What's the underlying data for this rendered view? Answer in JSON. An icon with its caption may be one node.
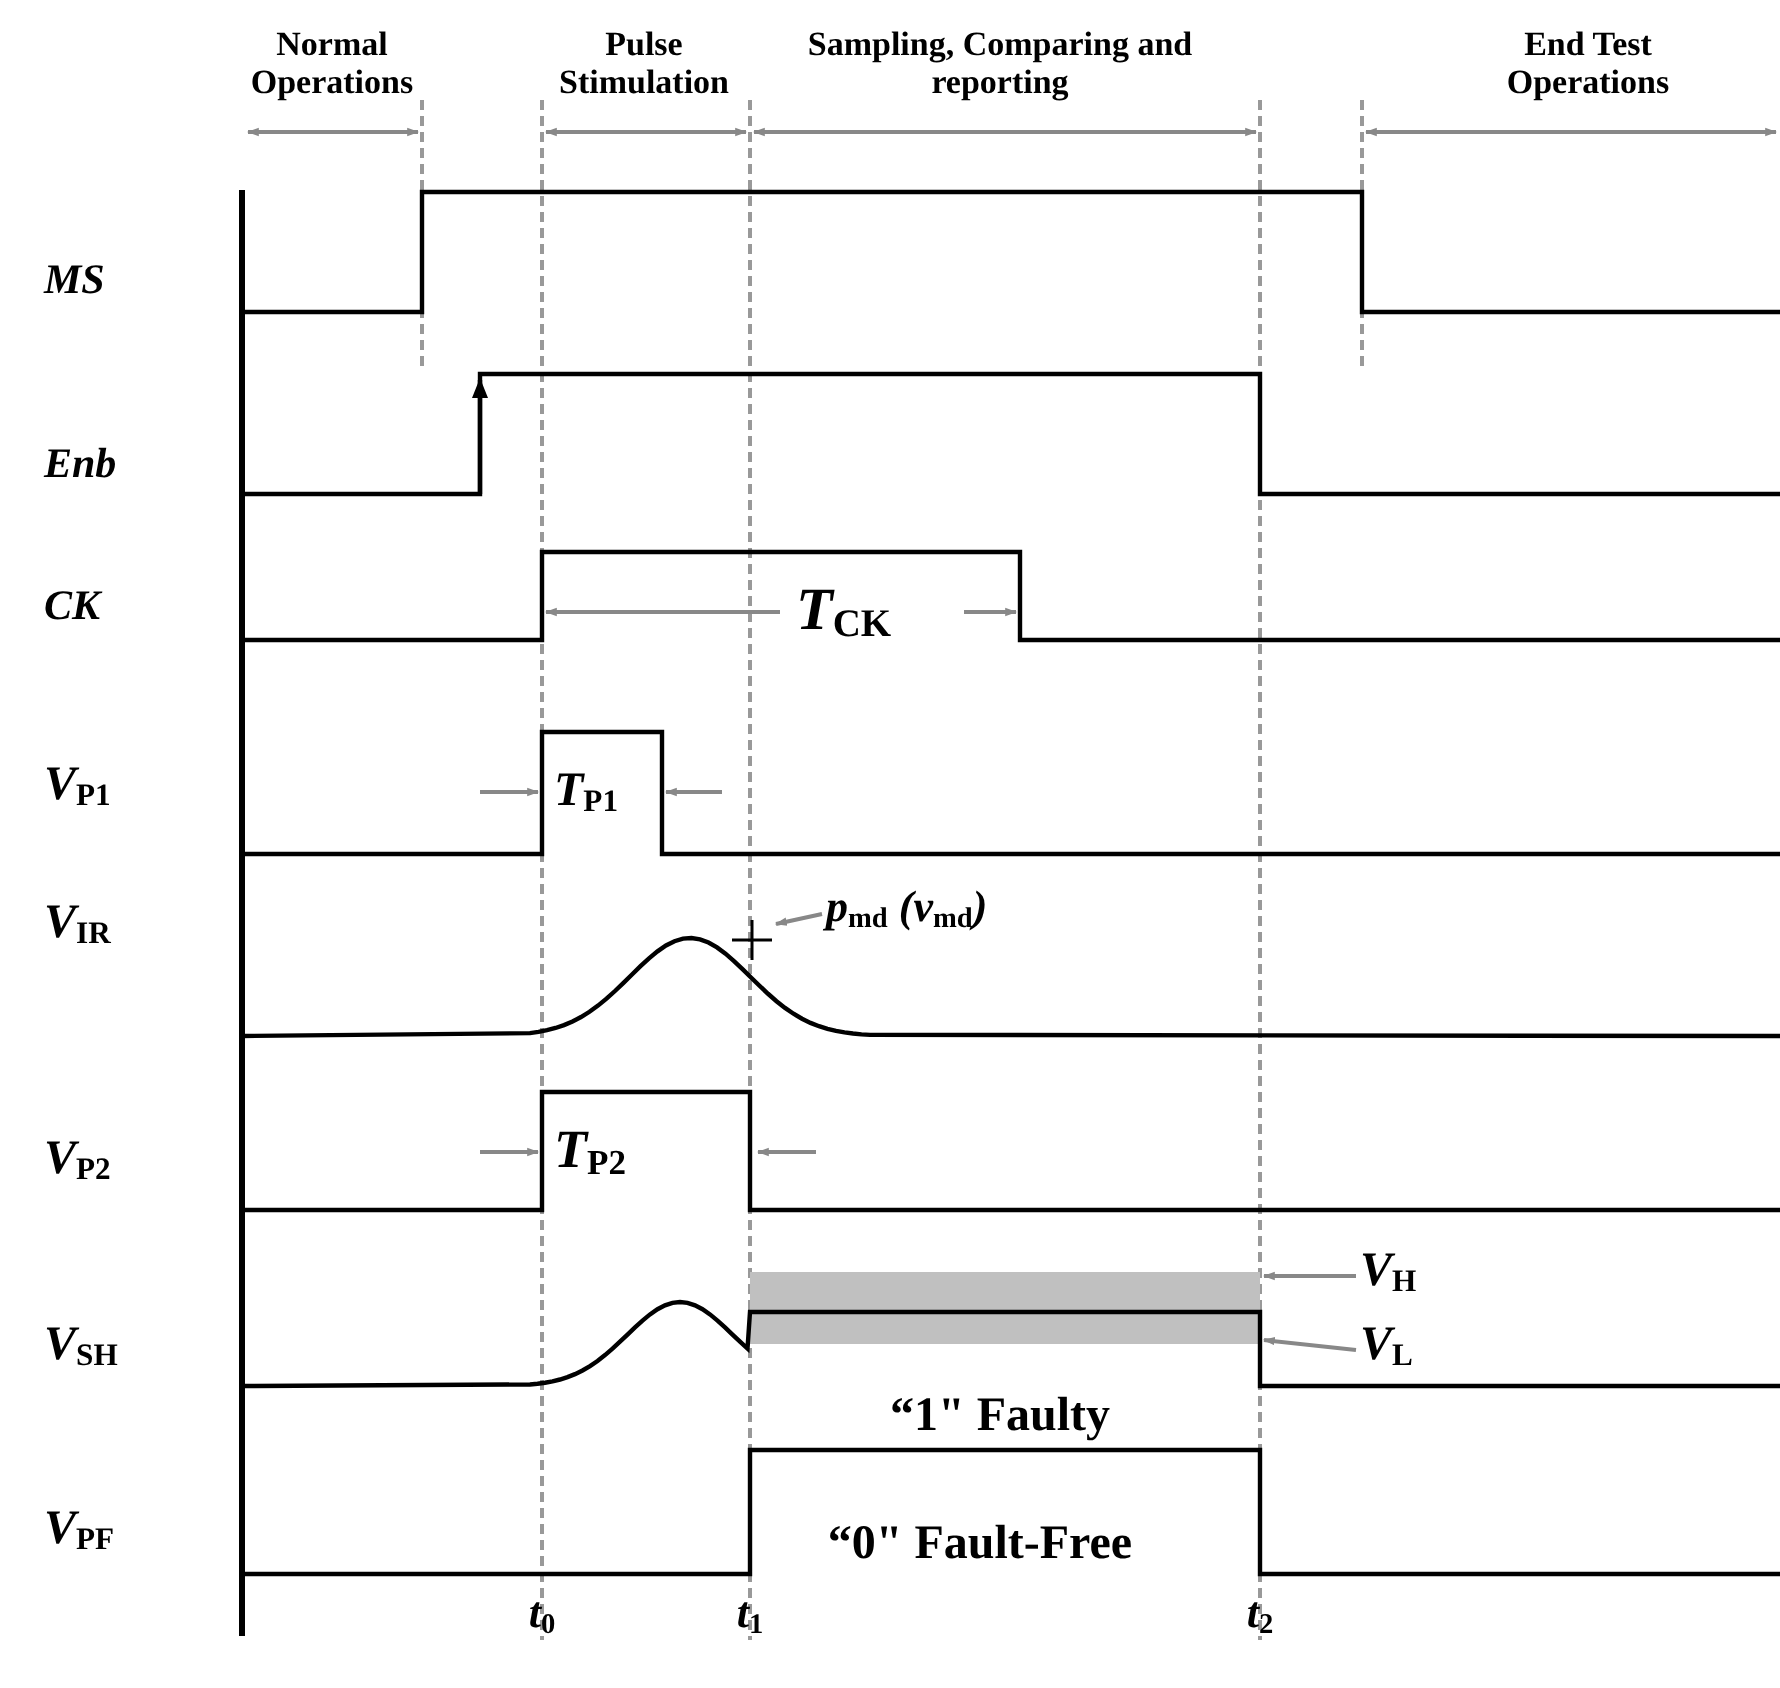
{
  "diagram": {
    "nodes": [
      {
        "text": [
          "p$_{md}$ (v$_{md}$)"
        ]
      },
      {
        "text": [
          "V$_{H}$"
        ]
      },
      {
        "text": [
          "V$_{L}$"
        ]
      },
      {
        "text": [],
        "shape": "cross"
      },
      {
        "text": [],
        "shape": "bar"
      }
    ],
    "edges": [
      {
        "from": 0,
        "to": 3,
        "arrow": "to"
      },
      {
        "from": 1,
        "to": 4,
        "arrow": "to"
      },
      {
        "from": 2,
        "to": 4,
        "arrow": "to"
      }
    ],
    "labels": [
      "Normal Operations",
      "Pulse Stimulation",
      "Sampling, Comparing and reporting",
      "End Test Operations",
      "MS",
      "Enb",
      "CK",
      "T$_{CK}$",
      "V$_{P1}$",
      "T$_{P1}$",
      "V$_{IR}$",
      "V$_{P2}$",
      "T$_{P2}$",
      "V$_{SH}$",
      "“1\" Faulty",
      "V$_{PF}$",
      "“0\" Fault-Free",
      "t$_{0}$",
      "t$_{1}$",
      "t$_{2}$"
    ]
  }
}
